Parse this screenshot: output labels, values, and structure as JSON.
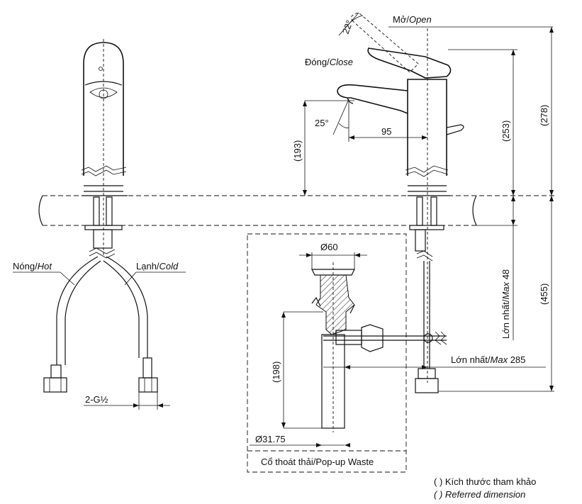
{
  "labels": {
    "open_vi": "Mở/",
    "open_en": "Open",
    "close_vi": "Đóng/",
    "close_en": "Close",
    "angle_22": "22°",
    "angle_25": "25°",
    "dim_95": "95",
    "dim_193": "(193)",
    "dim_253": "(253)",
    "dim_278": "(278)",
    "dim_455": "(455)",
    "max48_vi": "Lớn nhất/",
    "max48_en": "Max",
    "max48_val": " 48",
    "max285_vi": "Lớn nhất/",
    "max285_en": "Max",
    "max285_val": " 285",
    "hot_vi": "Nóng/",
    "hot_en": "Hot",
    "cold_vi": "Lạnh/",
    "cold_en": "Cold",
    "thread": "2-G½",
    "dia60": "Ø60",
    "dim_198": "(198)",
    "dia3175": "Ø31.75",
    "waste": "Cổ thoát thải/Pop-up Waste"
  },
  "legend": {
    "line1": "( ) Kích thước tham khảo",
    "line2": "( ) Referred dimension"
  }
}
